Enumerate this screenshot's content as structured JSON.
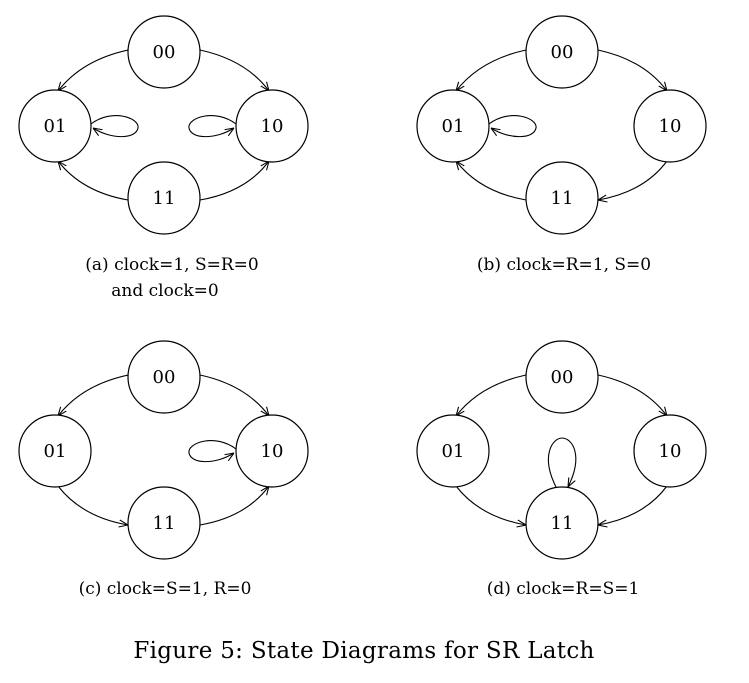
{
  "figure": {
    "caption": "Figure 5: State Diagrams for SR Latch"
  },
  "panels": [
    {
      "id": "a",
      "caption_lines": [
        "(a) clock=1, S=R=0",
        "and clock=0"
      ],
      "states": [
        "00",
        "01",
        "10",
        "11"
      ],
      "transitions": [
        {
          "from": "00",
          "to": "01"
        },
        {
          "from": "00",
          "to": "10"
        },
        {
          "from": "11",
          "to": "01"
        },
        {
          "from": "11",
          "to": "10"
        },
        {
          "from": "01",
          "to": "01"
        },
        {
          "from": "10",
          "to": "10"
        }
      ]
    },
    {
      "id": "b",
      "caption_lines": [
        "(b) clock=R=1, S=0"
      ],
      "states": [
        "00",
        "01",
        "10",
        "11"
      ],
      "transitions": [
        {
          "from": "00",
          "to": "01"
        },
        {
          "from": "00",
          "to": "10"
        },
        {
          "from": "11",
          "to": "01"
        },
        {
          "from": "10",
          "to": "11"
        },
        {
          "from": "01",
          "to": "01"
        }
      ]
    },
    {
      "id": "c",
      "caption_lines": [
        "(c) clock=S=1, R=0"
      ],
      "states": [
        "00",
        "01",
        "10",
        "11"
      ],
      "transitions": [
        {
          "from": "00",
          "to": "01"
        },
        {
          "from": "00",
          "to": "10"
        },
        {
          "from": "01",
          "to": "11"
        },
        {
          "from": "11",
          "to": "10"
        },
        {
          "from": "10",
          "to": "10"
        }
      ]
    },
    {
      "id": "d",
      "caption_lines": [
        "(d) clock=R=S=1"
      ],
      "states": [
        "00",
        "01",
        "10",
        "11"
      ],
      "transitions": [
        {
          "from": "00",
          "to": "01"
        },
        {
          "from": "00",
          "to": "10"
        },
        {
          "from": "01",
          "to": "11"
        },
        {
          "from": "10",
          "to": "11"
        },
        {
          "from": "11",
          "to": "11"
        }
      ]
    }
  ]
}
